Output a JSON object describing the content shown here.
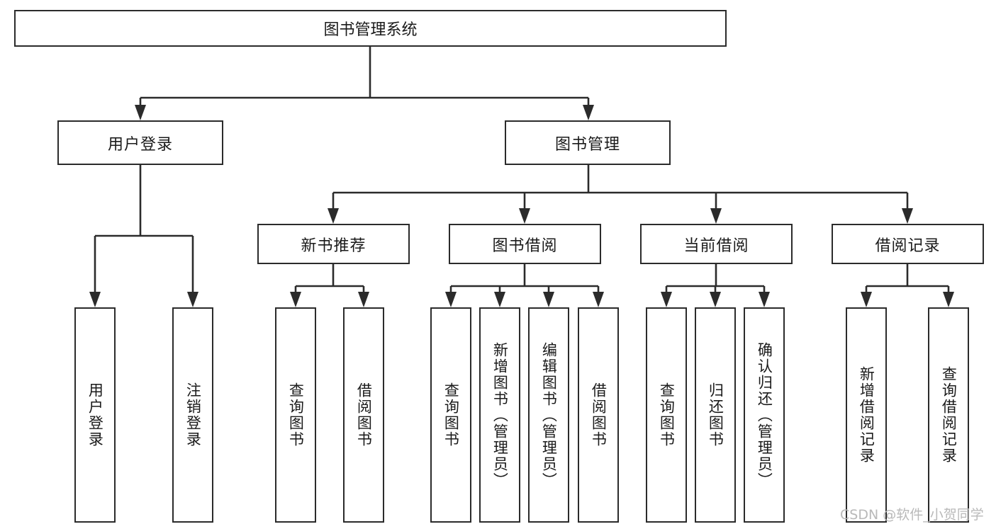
{
  "diagram": {
    "type": "hierarchy-tree",
    "title": "图书管理系统",
    "orientation": "top-down",
    "levels": 4,
    "root": {
      "id": "root",
      "label": "图书管理系统"
    },
    "level2": [
      {
        "id": "user-login",
        "label": "用户登录"
      },
      {
        "id": "book-management",
        "label": "图书管理"
      }
    ],
    "level3": [
      {
        "id": "new-book-recommend",
        "label": "新书推荐",
        "parent": "book-management"
      },
      {
        "id": "book-borrow",
        "label": "图书借阅",
        "parent": "book-management"
      },
      {
        "id": "current-borrow",
        "label": "当前借阅",
        "parent": "book-management"
      },
      {
        "id": "borrow-record",
        "label": "借阅记录",
        "parent": "book-management"
      }
    ],
    "leaves": {
      "user-login": [
        {
          "id": "leaf-user-login",
          "label": "用户登录"
        },
        {
          "id": "leaf-logout",
          "label": "注销登录"
        }
      ],
      "new-book-recommend": [
        {
          "id": "leaf-query-book-1",
          "label": "查询图书"
        },
        {
          "id": "leaf-borrow-book-1",
          "label": "借阅图书"
        }
      ],
      "book-borrow": [
        {
          "id": "leaf-query-book-2",
          "label": "查询图书"
        },
        {
          "id": "leaf-add-book",
          "label": "新增图书（管理员）"
        },
        {
          "id": "leaf-edit-book",
          "label": "编辑图书（管理员）"
        },
        {
          "id": "leaf-borrow-book-2",
          "label": "借阅图书"
        }
      ],
      "current-borrow": [
        {
          "id": "leaf-query-book-3",
          "label": "查询图书"
        },
        {
          "id": "leaf-return-book",
          "label": "归还图书"
        },
        {
          "id": "leaf-confirm-return",
          "label": "确认归还（管理员）"
        }
      ],
      "borrow-record": [
        {
          "id": "leaf-add-record",
          "label": "新增借阅记录"
        },
        {
          "id": "leaf-query-record",
          "label": "查询借阅记录"
        }
      ]
    },
    "colors": {
      "box_border": "#2b2b2b",
      "box_fill": "#ffffff",
      "line": "#2b2b2b",
      "text": "#1a1a1a",
      "watermark": "#b9b9b9",
      "background": "#ffffff"
    }
  },
  "watermark": {
    "text": "CSDN @软件_小贺同学"
  }
}
